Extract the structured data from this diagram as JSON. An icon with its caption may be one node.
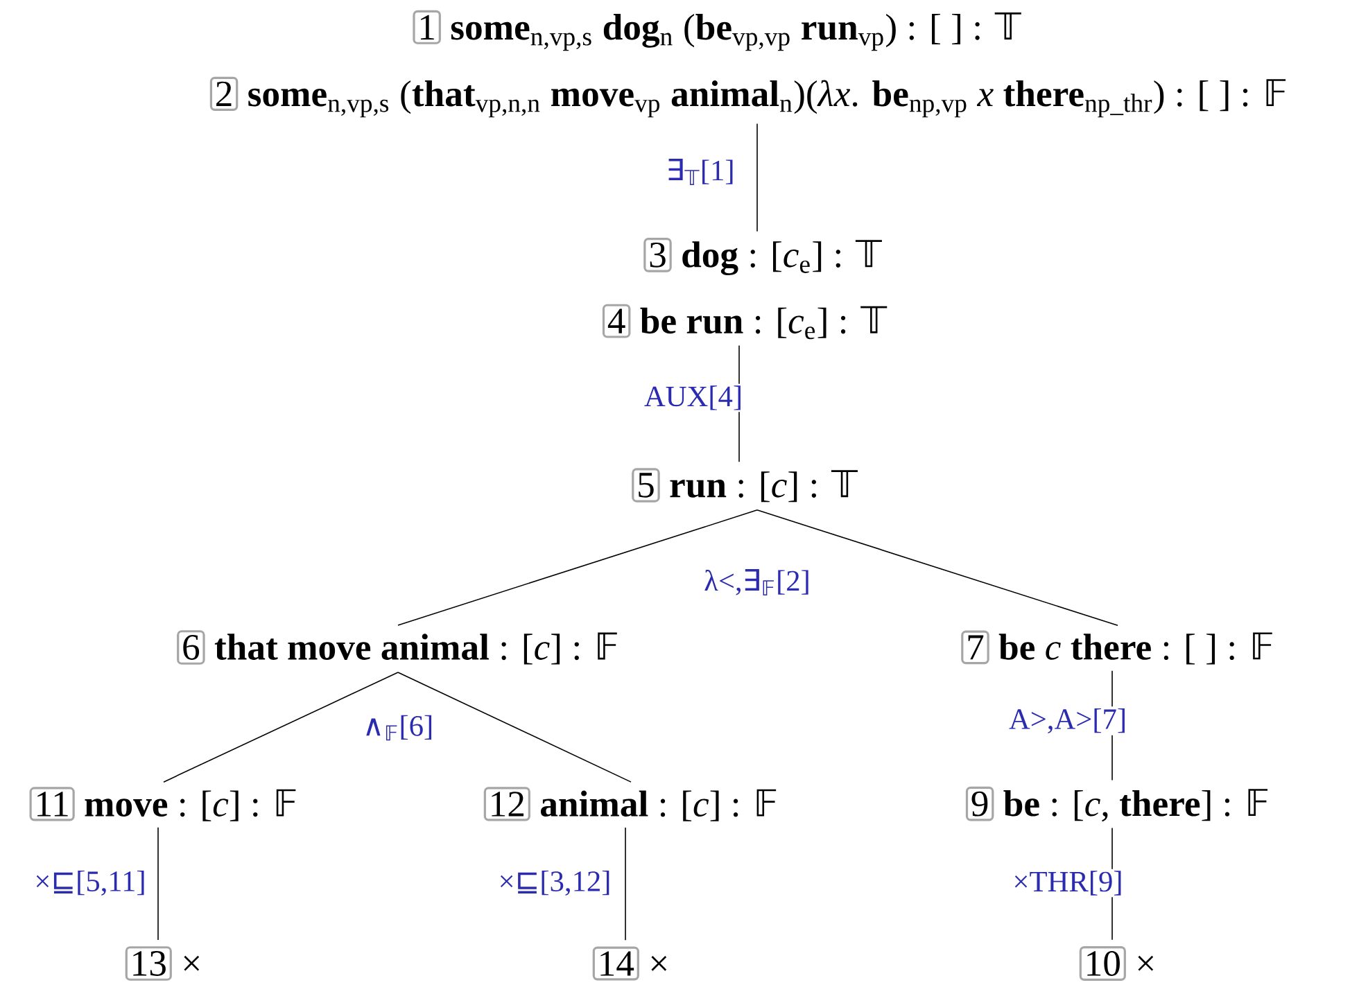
{
  "diagram": {
    "nodes": [
      {
        "text": [
          "1",
          "**some**$_{n,vp,s}$ **dog**$_{n}$ (**be**$_{vp,vp}$ **run**$_{vp}$) : [ ] : 𝕋"
        ]
      },
      {
        "text": [
          "2",
          "**some**$_{n,vp,s}$ (**that**$_{vp,n,n}$ **move**$_{vp}$ **animal**$_{n}$)(*λx*. **be**$_{np,vp}$ *x* **there**$_{np_thr}$) : [ ] : 𝔽"
        ]
      },
      {
        "text": [
          "3",
          "**dog** : [*c*$_{e}$] : 𝕋"
        ]
      },
      {
        "text": [
          "4",
          "**be run** : [*c*$_{e}$] : 𝕋"
        ]
      },
      {
        "text": [
          "5",
          "**run** : [*c*] : 𝕋"
        ]
      },
      {
        "text": [
          "6",
          "**that move animal** : [*c*] : 𝔽"
        ]
      },
      {
        "text": [
          "7",
          "**be** *c* **there** : [ ] : 𝔽"
        ]
      },
      {
        "text": [
          "11",
          "**move** : [*c*] : 𝔽"
        ]
      },
      {
        "text": [
          "12",
          "**animal** : [*c*] : 𝔽"
        ]
      },
      {
        "text": [
          "9",
          "**be** : [*c*, **there**] : 𝔽"
        ]
      },
      {
        "text": [
          "13",
          "×"
        ]
      },
      {
        "text": [
          "14",
          "×"
        ]
      },
      {
        "text": [
          "10",
          "×"
        ]
      }
    ],
    "edges": [
      {
        "from": 1,
        "to": 2,
        "arrow": "none",
        "label": "∃$_{𝕋}$[1]"
      },
      {
        "from": 3,
        "to": 4,
        "arrow": "none",
        "label": "AUX[4]"
      },
      {
        "from": 4,
        "to": 5,
        "arrow": "none",
        "label": "λ<,∃$_{𝔽}$[2]"
      },
      {
        "from": 4,
        "to": 6,
        "arrow": "none"
      },
      {
        "from": 5,
        "to": 7,
        "arrow": "none",
        "label": "∧$_{𝔽}$[6]"
      },
      {
        "from": 5,
        "to": 8,
        "arrow": "none"
      },
      {
        "from": 6,
        "to": 9,
        "arrow": "none",
        "label": "A>,A>[7]"
      },
      {
        "from": 7,
        "to": 10,
        "arrow": "none",
        "label": "×⊑[5,11]"
      },
      {
        "from": 8,
        "to": 11,
        "arrow": "none",
        "label": "×⊑[3,12]"
      },
      {
        "from": 9,
        "to": 12,
        "arrow": "none",
        "label": "×THR[9]"
      }
    ]
  }
}
